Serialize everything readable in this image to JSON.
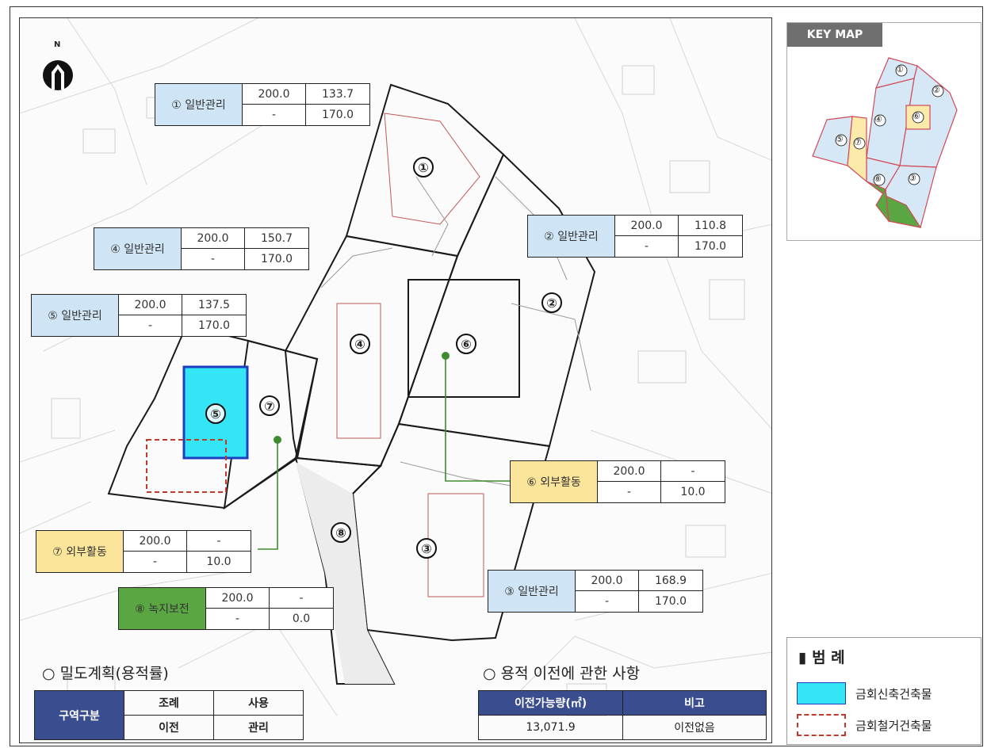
{
  "north": {
    "letter": "N"
  },
  "zones": [
    {
      "num": "①",
      "name": "① 일반관리",
      "v1": "200.0",
      "v2": "133.7",
      "v3": "-",
      "v4": "170.0",
      "color": "#cfe5f5"
    },
    {
      "num": "②",
      "name": "② 일반관리",
      "v1": "200.0",
      "v2": "110.8",
      "v3": "-",
      "v4": "170.0",
      "color": "#cfe5f5"
    },
    {
      "num": "③",
      "name": "③ 일반관리",
      "v1": "200.0",
      "v2": "168.9",
      "v3": "-",
      "v4": "170.0",
      "color": "#cfe5f5"
    },
    {
      "num": "④",
      "name": "④ 일반관리",
      "v1": "200.0",
      "v2": "150.7",
      "v3": "-",
      "v4": "170.0",
      "color": "#cfe5f5"
    },
    {
      "num": "⑤",
      "name": "⑤ 일반관리",
      "v1": "200.0",
      "v2": "137.5",
      "v3": "-",
      "v4": "170.0",
      "color": "#cfe5f5"
    },
    {
      "num": "⑥",
      "name": "⑥ 외부활동",
      "v1": "200.0",
      "v2": "-",
      "v3": "-",
      "v4": "10.0",
      "color": "#fbe59a"
    },
    {
      "num": "⑦",
      "name": "⑦ 외부활동",
      "v1": "200.0",
      "v2": "-",
      "v3": "-",
      "v4": "10.0",
      "color": "#fbe59a"
    },
    {
      "num": "⑧",
      "name": "⑧ 녹지보전",
      "v1": "200.0",
      "v2": "-",
      "v3": "-",
      "v4": "0.0",
      "color": "#5aa642"
    }
  ],
  "density": {
    "title": "○ 밀도계획(용적률)",
    "header": "구역구분",
    "row1": [
      "조례",
      "사용"
    ],
    "row2": [
      "이전",
      "관리"
    ],
    "header_color": "#3a4d8f"
  },
  "transfer": {
    "title": "○ 용적 이전에 관한 사항",
    "col1": "이전가능량(㎡)",
    "col2": "비고",
    "val1": "13,071.9",
    "val2": "이전없음",
    "header_color": "#3a4d8f"
  },
  "keymap": {
    "title": "KEY MAP"
  },
  "legend": {
    "title": "▮ 범 례",
    "items": [
      {
        "label": "금회신축건축물",
        "color": "#33e5f5"
      },
      {
        "label": "금회철거건축물",
        "color": "#c0392b"
      }
    ]
  }
}
